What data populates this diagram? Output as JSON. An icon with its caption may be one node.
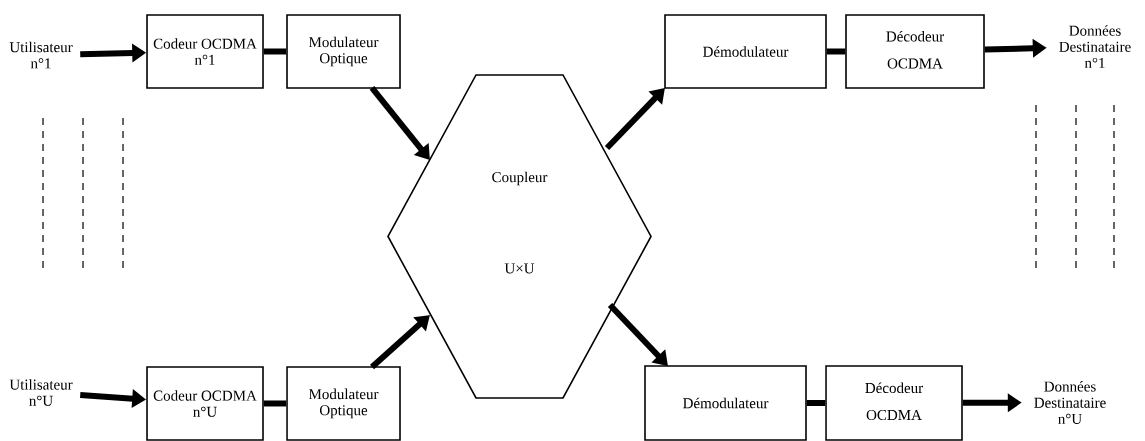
{
  "diagram": {
    "nodes": [
      {
        "text": [
          "Utilisateur n°1"
        ]
      },
      {
        "text": [
          "Codeur OCDMA n°1"
        ]
      },
      {
        "text": [
          "Modulateur Optique"
        ]
      },
      {
        "text": [
          "Coupleur",
          "U×U"
        ]
      },
      {
        "text": [
          "Démodulateur"
        ]
      },
      {
        "text": [
          "Décodeur",
          "OCDMA"
        ]
      },
      {
        "text": [
          "Données Destinataire n°1"
        ]
      },
      {
        "text": [
          "Utilisateur n°U"
        ]
      },
      {
        "text": [
          "Codeur OCDMA n°U"
        ]
      },
      {
        "text": [
          "Modulateur Optique"
        ]
      },
      {
        "text": [
          "Démodulateur"
        ]
      },
      {
        "text": [
          "Décodeur",
          "OCDMA"
        ]
      },
      {
        "text": [
          "Données Destinataire n°U"
        ]
      }
    ],
    "edges": [
      {
        "from": 0,
        "to": 1,
        "arrow": "to"
      },
      {
        "from": 1,
        "to": 2,
        "arrow": "none"
      },
      {
        "from": 2,
        "to": 3,
        "arrow": "to"
      },
      {
        "from": 3,
        "to": 4,
        "arrow": "to"
      },
      {
        "from": 4,
        "to": 5,
        "arrow": "none"
      },
      {
        "from": 5,
        "to": 6,
        "arrow": "to"
      },
      {
        "from": 7,
        "to": 8,
        "arrow": "to"
      },
      {
        "from": 8,
        "to": 9,
        "arrow": "none"
      },
      {
        "from": 9,
        "to": 3,
        "arrow": "to"
      },
      {
        "from": 3,
        "to": 10,
        "arrow": "to"
      },
      {
        "from": 10,
        "to": 11,
        "arrow": "none"
      },
      {
        "from": 11,
        "to": 12,
        "arrow": "to"
      }
    ]
  }
}
